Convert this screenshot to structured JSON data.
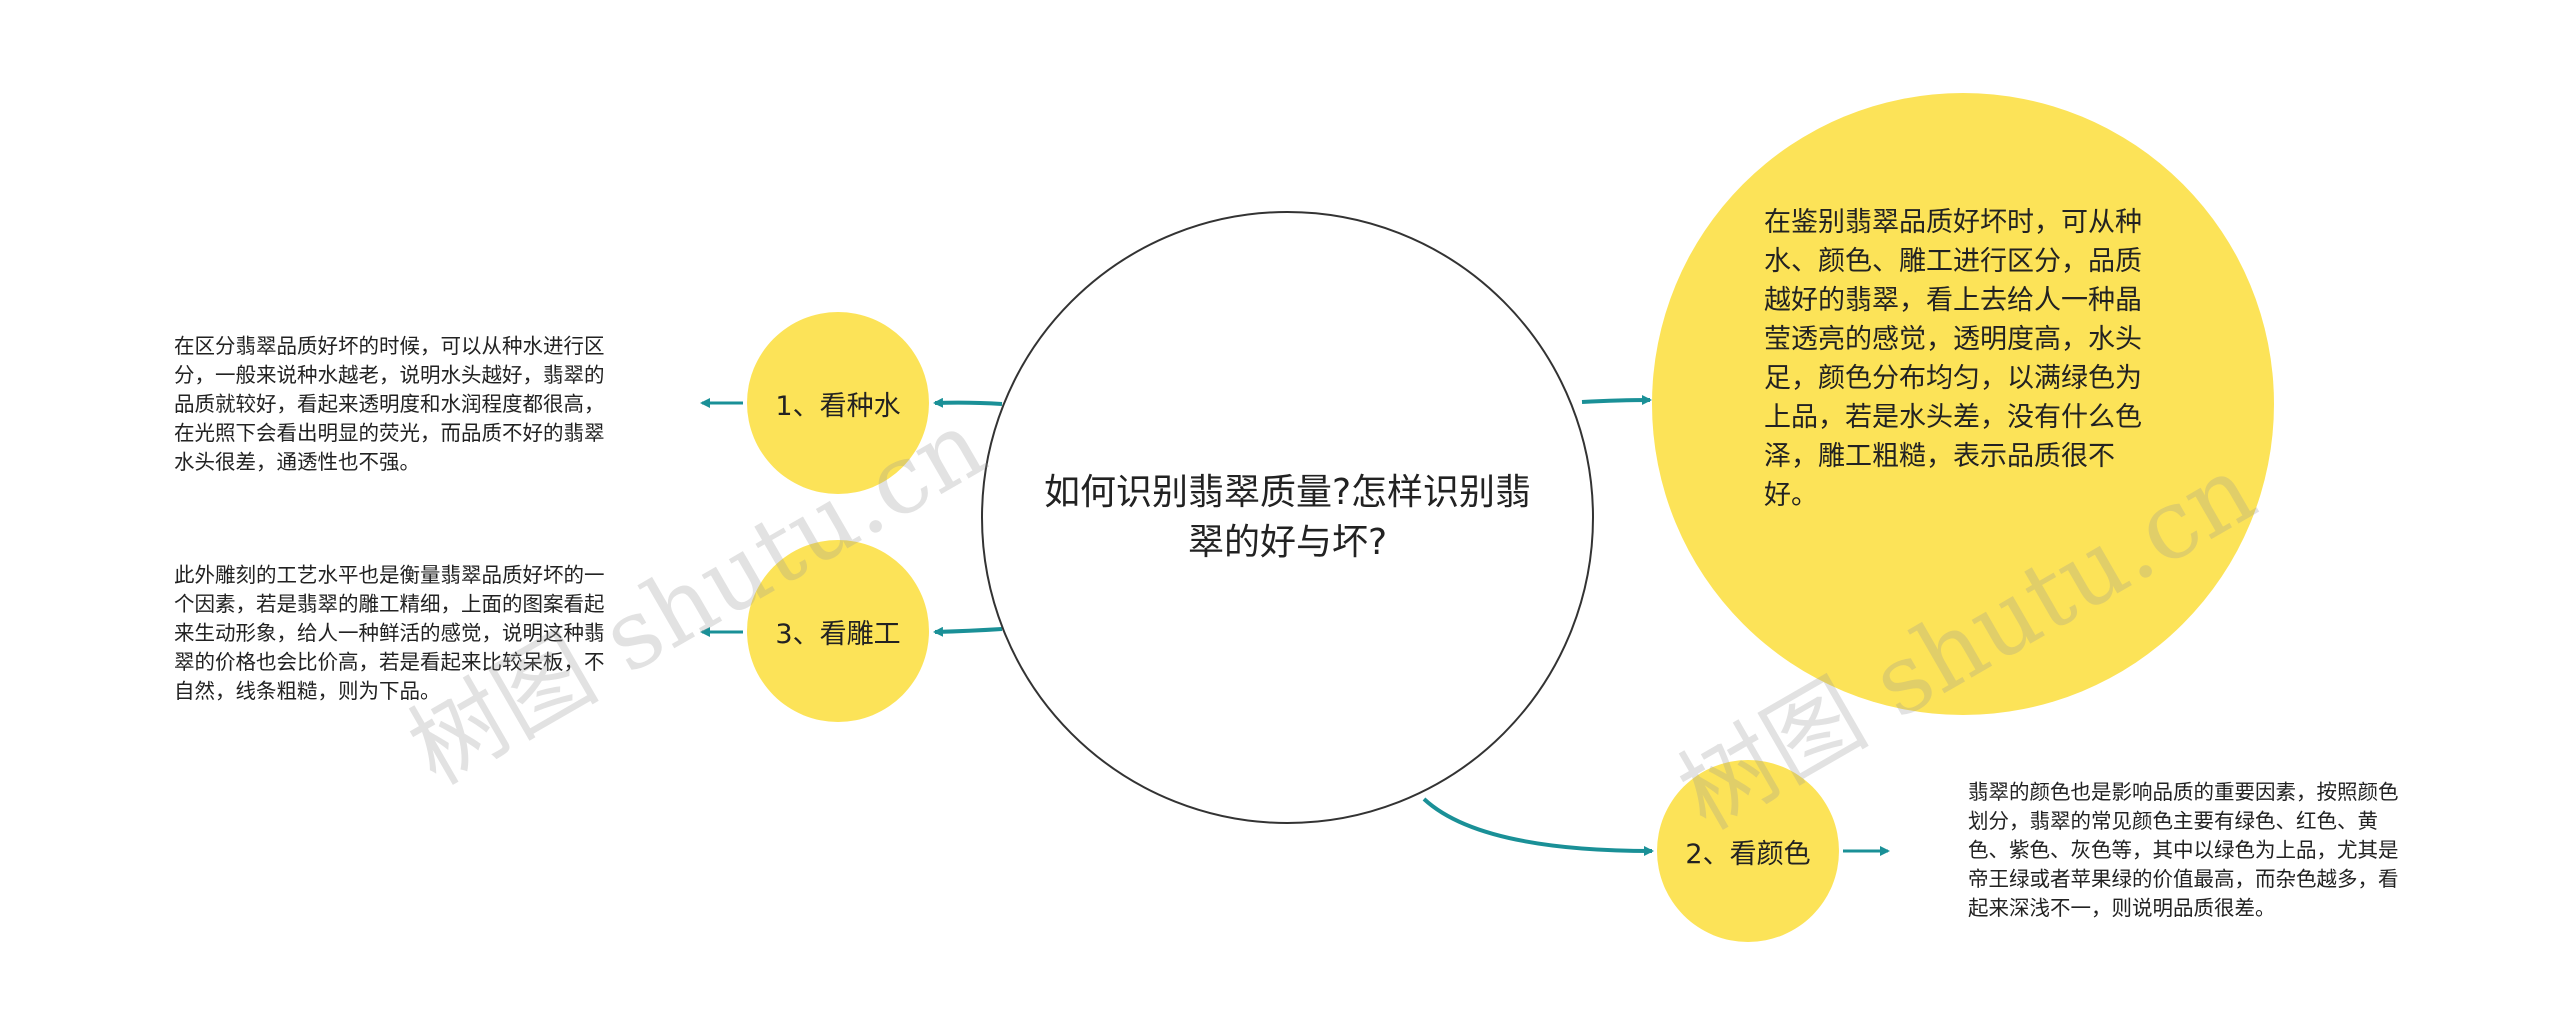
{
  "diagram": {
    "colors": {
      "node_fill": "#FCE358",
      "central_border": "#333333",
      "link": "#1A9097"
    },
    "central_topic": "如何识别翡翠质量?怎样识别翡翠的好与坏?",
    "summary": "在鉴别翡翠品质好坏时，可从种水、颜色、雕工进行区分，品质越好的翡翠，看上去给人一种晶莹透亮的感觉，透明度高，水头足，颜色分布均匀，以满绿色为上品，若是水头差，没有什么色泽，雕工粗糙，表示品质很不好。",
    "branches": [
      {
        "label": "1、看种水",
        "note": "在区分翡翠品质好坏的时候，可以从种水进行区分，一般来说种水越老，说明水头越好，翡翠的品质就较好，看起来透明度和水润程度都很高，在光照下会看出明显的荧光，而品质不好的翡翠水头很差，通透性也不强。"
      },
      {
        "label": "2、看颜色",
        "note": "翡翠的颜色也是影响品质的重要因素，按照颜色划分，翡翠的常见颜色主要有绿色、红色、黄色、紫色、灰色等，其中以绿色为上品，尤其是帝王绿或者苹果绿的价值最高，而杂色越多，看起来深浅不一，则说明品质很差。"
      },
      {
        "label": "3、看雕工",
        "note": "此外雕刻的工艺水平也是衡量翡翠品质好坏的一个因素，若是翡翠的雕工精细，上面的图案看起来生动形象，给人一种鲜活的感觉，说明这种翡翠的价格也会比价高，若是看起来比较呆板，不自然，线条粗糙，则为下品。"
      }
    ]
  },
  "watermarks": [
    "树图 shutu.cn",
    "树图 shutu.cn"
  ]
}
